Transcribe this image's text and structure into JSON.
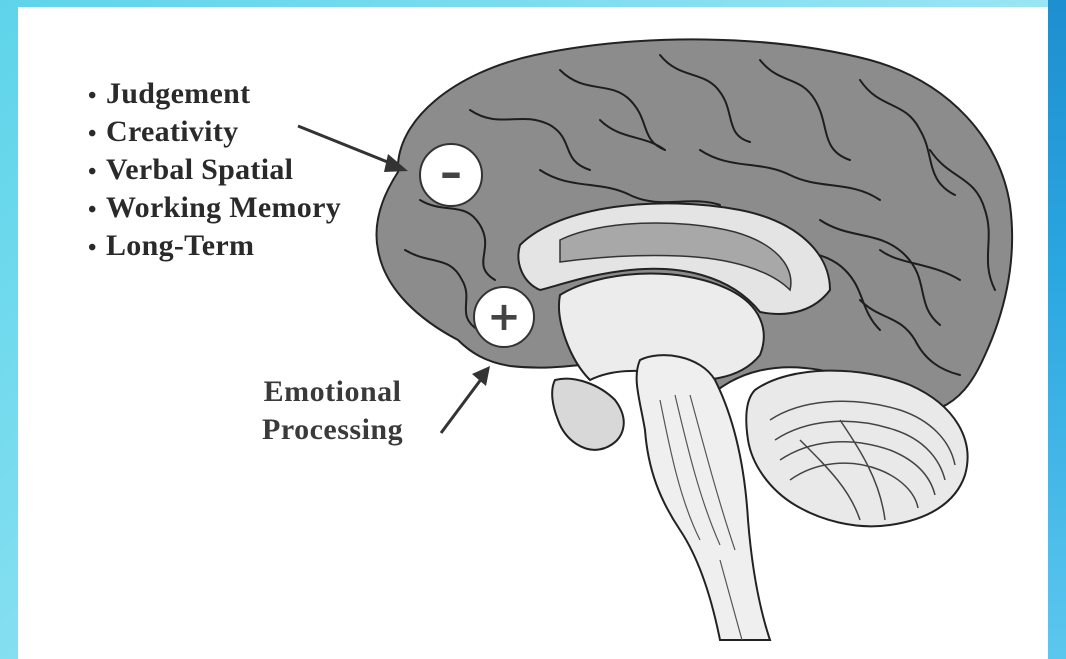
{
  "functions_list": [
    "Judgement",
    "Creativity",
    "Verbal Spatial",
    "Working Memory",
    "Long-Term"
  ],
  "emotional_label": {
    "line1": "Emotional",
    "line2": "Processing"
  },
  "signs": {
    "upper": "–",
    "lower": "+"
  },
  "colors": {
    "frame": "#5ed4ea",
    "edge": "#2aa6e0",
    "cortex": "#8a8a8a",
    "light_tissue": "#e6e6e6",
    "text": "#2a2a2a"
  }
}
